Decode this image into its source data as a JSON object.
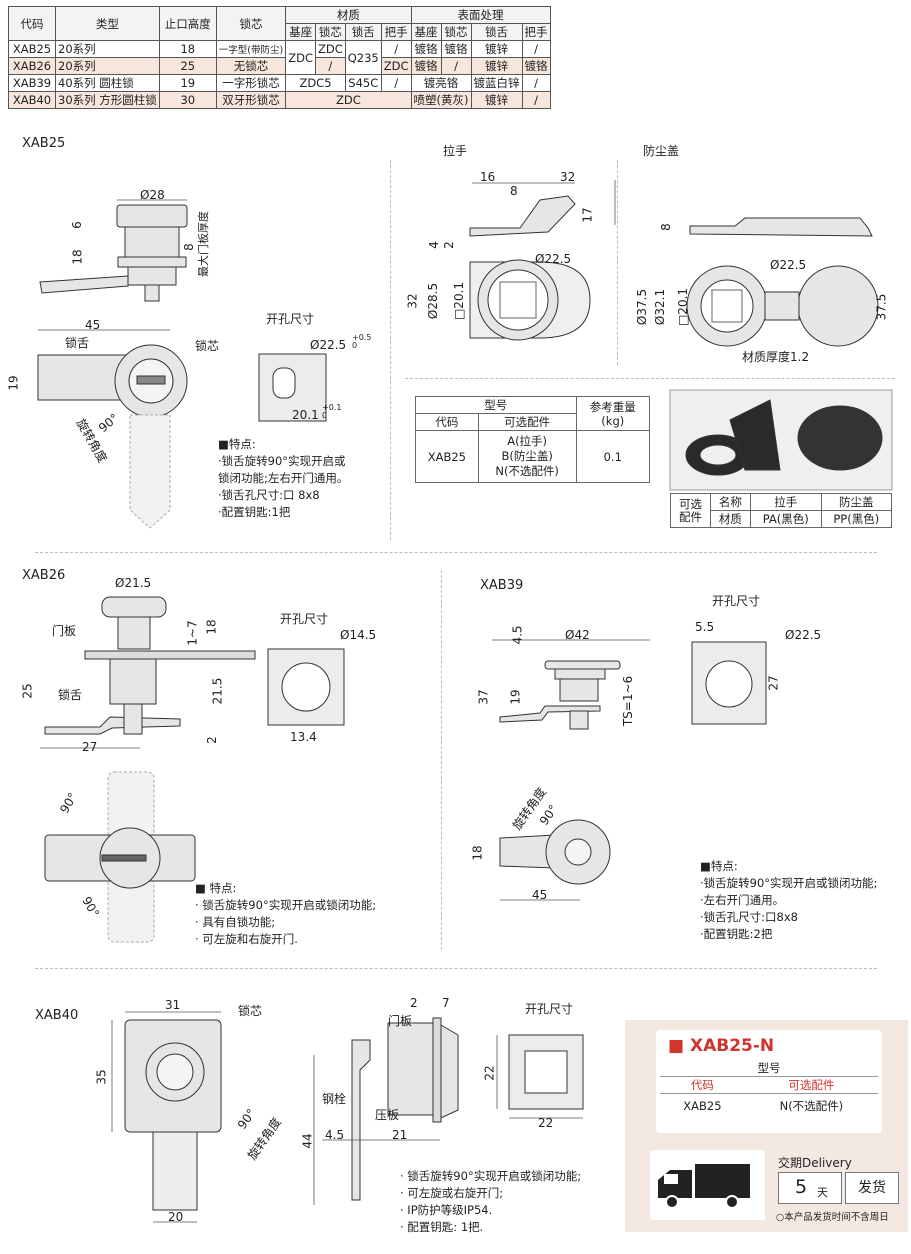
{
  "spec_table": {
    "headers": {
      "code": "代码",
      "type": "类型",
      "height": "止口高度",
      "core": "锁芯",
      "material": "材质",
      "surface": "表面处理"
    },
    "subheaders": [
      "基座",
      "锁芯",
      "锁舌",
      "把手",
      "基座",
      "锁芯",
      "锁舌",
      "把手"
    ],
    "rows": [
      {
        "code": "XAB25",
        "type": "20系列",
        "height": "18",
        "core": "一字型(带防尘)",
        "m_base": "ZDC",
        "m_core": "ZDC",
        "m_tongue": "Q235",
        "m_handle": "/",
        "s_base": "镀铬",
        "s_core": "镀铬",
        "s_tongue": "镀锌",
        "s_handle": "/"
      },
      {
        "code": "XAB26",
        "type": "20系列",
        "height": "25",
        "core": "无锁芯",
        "m_core": "/",
        "m_handle": "ZDC",
        "s_base": "镀铬",
        "s_core": "/",
        "s_tongue": "镀锌",
        "s_handle": "镀铬"
      },
      {
        "code": "XAB39",
        "type": "40系列 圆柱锁",
        "height": "19",
        "core": "一字形锁芯",
        "m_basecore": "ZDC5",
        "m_tongue": "S45C",
        "m_handle": "/",
        "s_basecore": "镀亮铬",
        "s_tongue": "镀蓝白锌",
        "s_handle": "/"
      },
      {
        "code": "XAB40",
        "type": "30系列 方形圆柱锁",
        "height": "30",
        "core": "双牙形锁芯",
        "m_all": "ZDC",
        "s_basecore": "喷塑(黄灰)",
        "s_tongue": "镀锌",
        "s_handle": "/"
      }
    ]
  },
  "xab25": {
    "title": "XAB25",
    "dims": {
      "d28": "Ø28",
      "d6": "6",
      "d18": "18",
      "d8": "8",
      "max_thick": "最大门板厚度",
      "d45": "45",
      "d19": "19",
      "tongue": "锁舌",
      "core": "锁芯",
      "angle": "90°",
      "rot": "旋转角度"
    },
    "cutout": {
      "title": "开孔尺寸",
      "d1": "Ø22.5",
      "d1tol": "+0.5 0",
      "d2": "20.1",
      "d2tol": "+0.1 0"
    },
    "features": [
      "■特点:",
      "·锁舌旋转90°实现开启或",
      "锁闭功能;左右开门通用。",
      "·锁舌孔尺寸:口 8x8",
      "·配置钥匙:1把"
    ]
  },
  "handle": {
    "title": "拉手",
    "d16": "16",
    "d32": "32",
    "d8": "8",
    "d17": "17",
    "d4": "4",
    "d2": "2",
    "d225": "Ø22.5",
    "d32b": "32",
    "d285": "Ø28.5",
    "d201": "□20.1"
  },
  "cover": {
    "title": "防尘盖",
    "d8": "8",
    "d225": "Ø22.5",
    "d375": "Ø37.5",
    "d321": "Ø32.1",
    "d201": "□20.1",
    "d375b": "37.5",
    "mat": "材质厚度1.2"
  },
  "weight_table": {
    "h_model": "型号",
    "h_code": "代码",
    "h_opt": "可选配件",
    "h_weight": "参考重量",
    "h_unit": "(kg)",
    "code": "XAB25",
    "opts": [
      "A(拉手)",
      "B(防尘盖)",
      "N(不选配件)"
    ],
    "weight": "0.1"
  },
  "acc_table": {
    "c1": "可选",
    "c2": "配件",
    "name": "名称",
    "mat": "材质",
    "handle": "拉手",
    "cover": "防尘盖",
    "handle_mat": "PA(黑色)",
    "cover_mat": "PP(黑色)"
  },
  "xab26": {
    "title": "XAB26",
    "dims": {
      "d215": "Ø21.5",
      "door": "门板",
      "d17": "1~7",
      "d18": "18",
      "d25": "25",
      "d215b": "21.5",
      "tongue": "锁舌",
      "d2": "2",
      "d27": "27",
      "a1": "90°",
      "a2": "90°"
    },
    "cutout": {
      "title": "开孔尺寸",
      "d": "Ø14.5",
      "w": "13.4"
    },
    "features": [
      "■ 特点:",
      "· 锁舌旋转90°实现开启或锁闭功能;",
      "· 具有自锁功能;",
      "· 可左旋和右旋开门."
    ]
  },
  "xab39": {
    "title": "XAB39",
    "dims": {
      "d45": "4.5",
      "d42": "Ø42",
      "d37": "37",
      "d19": "19",
      "ts": "TS=1~6",
      "d18": "18",
      "rot": "旋转角度",
      "angle": "90°",
      "d45b": "45"
    },
    "cutout": {
      "title": "开孔尺寸",
      "d55": "5.5",
      "d225": "Ø22.5",
      "d27": "27"
    },
    "features": [
      "■特点:",
      "·锁舌旋转90°实现开启或锁闭功能;",
      "·左右开门通用。",
      "·锁舌孔尺寸:口8x8",
      "·配置钥匙:2把"
    ]
  },
  "xab40": {
    "title": "XAB40",
    "dims": {
      "d31": "31",
      "core": "锁芯",
      "d35": "35",
      "angle": "90°",
      "rot": "旋转角度",
      "d20": "20",
      "d2": "2",
      "d7": "7",
      "door": "门板",
      "bolt": "钢栓",
      "plate": "压板",
      "d44": "44",
      "d45": "4.5",
      "d21": "21"
    },
    "cutout": {
      "title": "开孔尺寸",
      "d22": "22",
      "d22b": "22"
    },
    "features": [
      "· 锁舌旋转90°实现开启或锁闭功能;",
      "· 可左旋或右旋开门;",
      "· IP防护等级IP54.",
      "· 配置钥匙: 1把."
    ]
  },
  "order_card": {
    "title": "XAB25-N",
    "model": "型号",
    "code_h": "代码",
    "opt_h": "可选配件",
    "code": "XAB25",
    "opt": "N(不选配件)",
    "delivery_label": "交期Delivery",
    "days": "5",
    "day_unit": "天",
    "ship": "发货",
    "note": "○本产品发货时间不含周日"
  },
  "colors": {
    "accent": "#d0342c",
    "card_bg": "#f4e9e2",
    "highlight_row": "#f6e6dc"
  }
}
